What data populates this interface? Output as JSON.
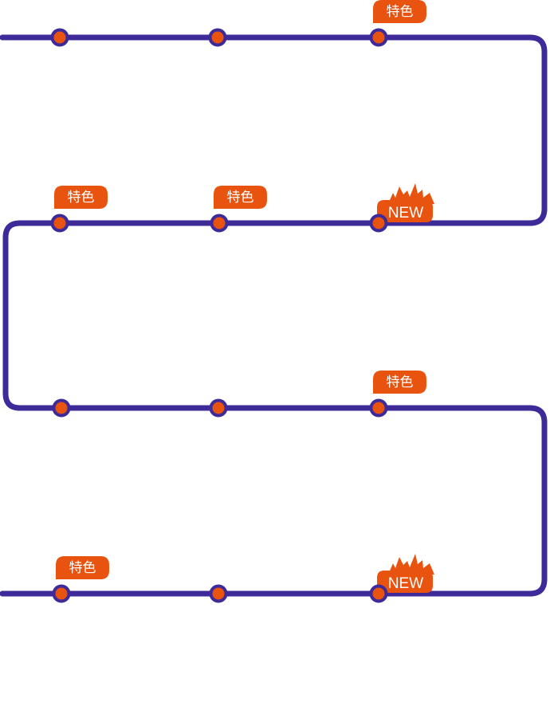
{
  "colors": {
    "track": "#3f2a9a",
    "node_fill": "#e8530f",
    "node_stroke": "#3f2a9a",
    "badge": "#e8530f",
    "badge_text": "#ffffff",
    "background": "#ffffff"
  },
  "rows": [
    {
      "nodes": [
        {
          "badge": null
        },
        {
          "badge": null
        },
        {
          "badge": "特色"
        }
      ]
    },
    {
      "nodes": [
        {
          "badge": "特色"
        },
        {
          "badge": "特色"
        },
        {
          "badge": "NEW",
          "icon": "flame-icon"
        }
      ]
    },
    {
      "nodes": [
        {
          "badge": null
        },
        {
          "badge": null
        },
        {
          "badge": "特色"
        }
      ]
    },
    {
      "nodes": [
        {
          "badge": "特色"
        },
        {
          "badge": null
        },
        {
          "badge": "NEW",
          "icon": "flame-icon"
        }
      ]
    }
  ]
}
